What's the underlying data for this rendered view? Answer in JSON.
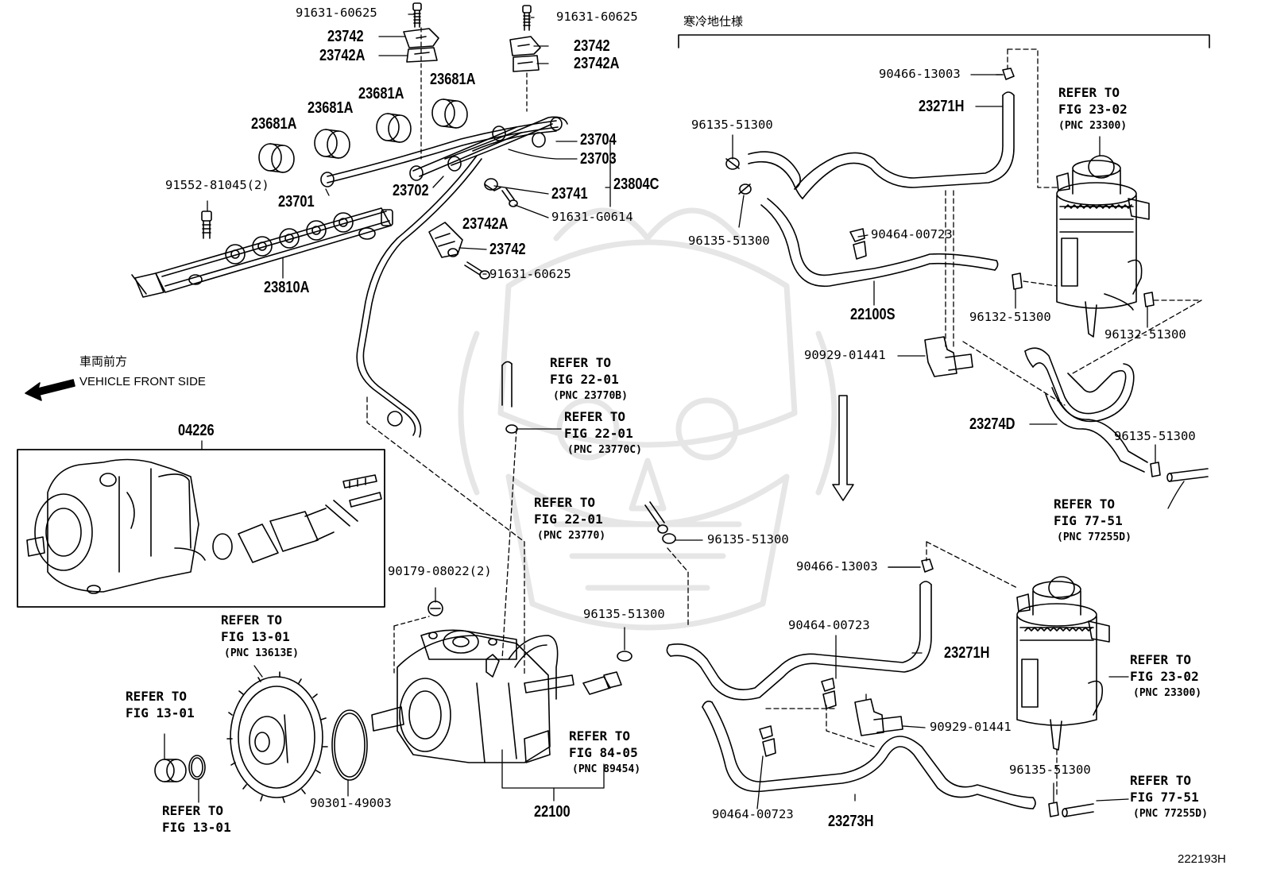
{
  "section_title": "寒冷地仕様",
  "direction": {
    "jp": "車両前方",
    "en": "VEHICLE FRONT SIDE"
  },
  "diagram_id": "222193H",
  "colors": {
    "line": "#000000",
    "watermark": "#e6e6e6",
    "background": "#ffffff"
  },
  "labels": {
    "b91631a": "91631-60625",
    "b91631b": "91631-60625",
    "b23742a": "23742",
    "b23742Aa": "23742A",
    "b23742b": "23742",
    "b23742Ab": "23742A",
    "b23681A1": "23681A",
    "b23681A2": "23681A",
    "b23681A3": "23681A",
    "b23681A4": "23681A",
    "b23704": "23704",
    "b23703": "23703",
    "b23804C": "23804C",
    "b91552": "91552-81045(2)",
    "b23701": "23701",
    "b23702": "23702",
    "b23741": "23741",
    "b91631G": "91631-G0614",
    "b23742Ac": "23742A",
    "b23742c": "23742",
    "b91631c": "91631-60625",
    "b23810A": "23810A",
    "b04226": "04226",
    "b90179": "90179-08022(2)",
    "b96135c": "96135-51300",
    "b96135d": "96135-51300",
    "b22100": "22100",
    "b90301": "90301-49003",
    "b90466a": "90466-13003",
    "b23271Ha": "23271H",
    "b96135a": "96135-51300",
    "b96135b": "96135-51300",
    "b90464a": "90464-00723",
    "b22100S": "22100S",
    "b96132a": "96132-51300",
    "b96132b": "96132-51300",
    "b90929a": "90929-01441",
    "b23274D": "23274D",
    "b96135e": "96135-51300",
    "b90466b": "90466-13003",
    "b90464b": "90464-00723",
    "b23271Hb": "23271H",
    "b90929b": "90929-01441",
    "b96135f": "96135-51300",
    "b90464c": "90464-00723",
    "b23273H": "23273H"
  },
  "refers": [
    {
      "l1": "REFER TO",
      "l2": "FIG 23-02",
      "l3": "(PNC 23300)"
    },
    {
      "l1": "REFER TO",
      "l2": "FIG 22-01",
      "l3": "(PNC 23770B)"
    },
    {
      "l1": "REFER TO",
      "l2": "FIG 22-01",
      "l3": "(PNC 23770C)"
    },
    {
      "l1": "REFER TO",
      "l2": "FIG 22-01",
      "l3": "(PNC 23770)"
    },
    {
      "l1": "REFER TO",
      "l2": "FIG 77-51",
      "l3": "(PNC 77255D)"
    },
    {
      "l1": "REFER TO",
      "l2": "FIG 13-01",
      "l3": "(PNC 13613E)"
    },
    {
      "l1": "REFER TO",
      "l2": "FIG 13-01"
    },
    {
      "l1": "REFER TO",
      "l2": "FIG 13-01"
    },
    {
      "l1": "REFER TO",
      "l2": "FIG 84-05",
      "l3": "(PNC 89454)"
    },
    {
      "l1": "REFER TO",
      "l2": "FIG 23-02",
      "l3": "(PNC 23300)"
    },
    {
      "l1": "REFER TO",
      "l2": "FIG 77-51",
      "l3": "(PNC 77255D)"
    }
  ]
}
